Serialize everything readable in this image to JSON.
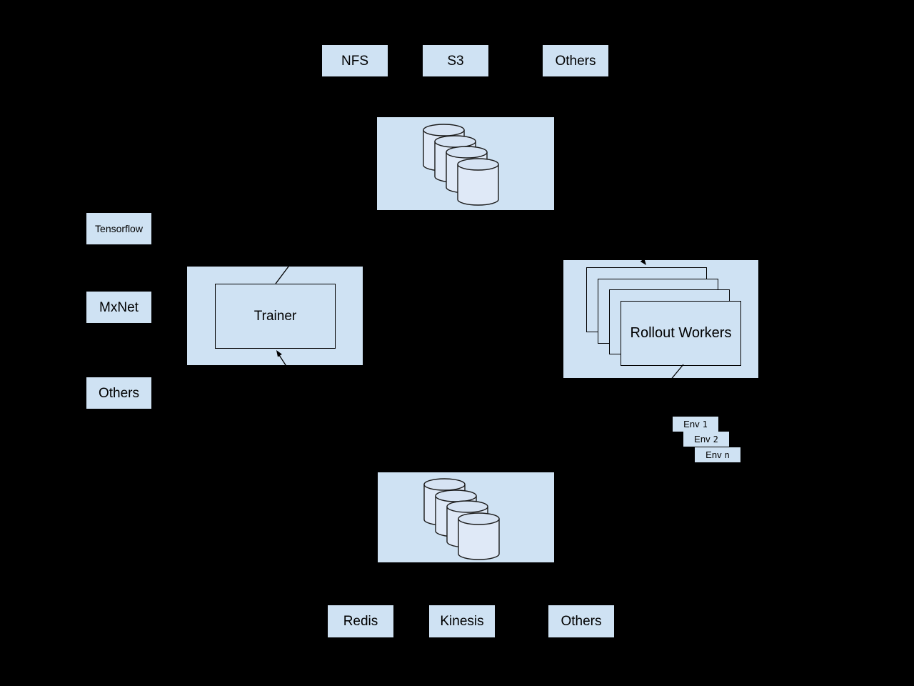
{
  "colors": {
    "background": "#000000",
    "box_fill": "#cfe2f3",
    "cylinder_body_fill": "#dfe9f7",
    "cylinder_top_fill": "#d6e3f3",
    "line_stroke": "#000000",
    "text": "#000000"
  },
  "top_storage_backends": {
    "items": [
      {
        "label": "NFS"
      },
      {
        "label": "S3"
      },
      {
        "label": "Others"
      }
    ]
  },
  "frameworks": {
    "items": [
      {
        "label": "Tensorflow"
      },
      {
        "label": "MxNet"
      },
      {
        "label": "Others"
      }
    ]
  },
  "trainer": {
    "label": "Trainer"
  },
  "rollout_workers": {
    "label": "Rollout Workers",
    "card_count": 4
  },
  "environments": {
    "items": [
      {
        "name": "Env",
        "id": "1"
      },
      {
        "name": "Env",
        "id": "2"
      },
      {
        "name": "Env",
        "id": "n"
      }
    ]
  },
  "bottom_storage_backends": {
    "items": [
      {
        "label": "Redis"
      },
      {
        "label": "Kinesis"
      },
      {
        "label": "Others"
      }
    ]
  }
}
